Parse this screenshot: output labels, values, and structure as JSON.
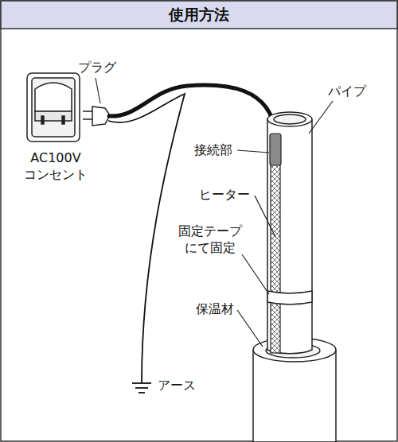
{
  "diagram": {
    "title": "使用方法",
    "labels": [
      "プラグ",
      "AC100V コンセント",
      "パイプ",
      "接続部",
      "ヒーター",
      "固定テープ にて固定",
      "保温材",
      "アース"
    ]
  }
}
